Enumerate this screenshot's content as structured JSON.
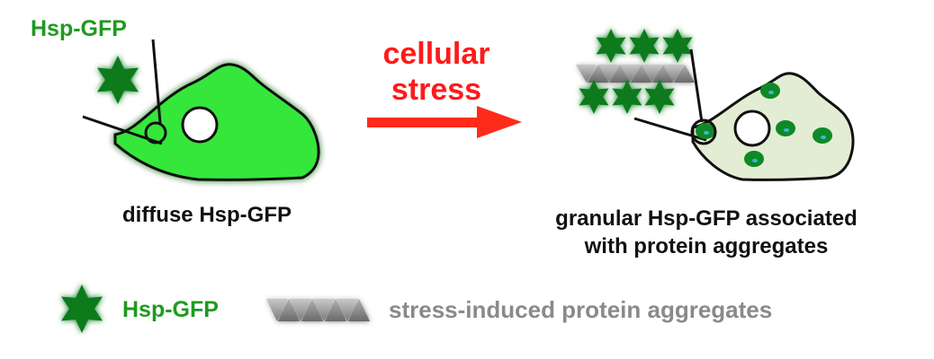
{
  "labels": {
    "top_hsp": "Hsp-GFP",
    "arrow_line1": "cellular",
    "arrow_line2": "stress",
    "left_caption": "diffuse Hsp-GFP",
    "right_caption_line1": "granular Hsp-GFP associated",
    "right_caption_line2": "with protein aggregates"
  },
  "legend": {
    "hsp": "Hsp-GFP",
    "aggregates": "stress-induced protein aggregates"
  },
  "colors": {
    "gfp_green": "#0f7a1c",
    "label_green": "#1f9a1f",
    "cell_fill": "#35e63a",
    "stressed_cell_fill": "#e3edd3",
    "granule_green": "#0d8a25",
    "arrow_red": "#ff2b1a",
    "aggregate_gray": "#9c9c9c"
  }
}
